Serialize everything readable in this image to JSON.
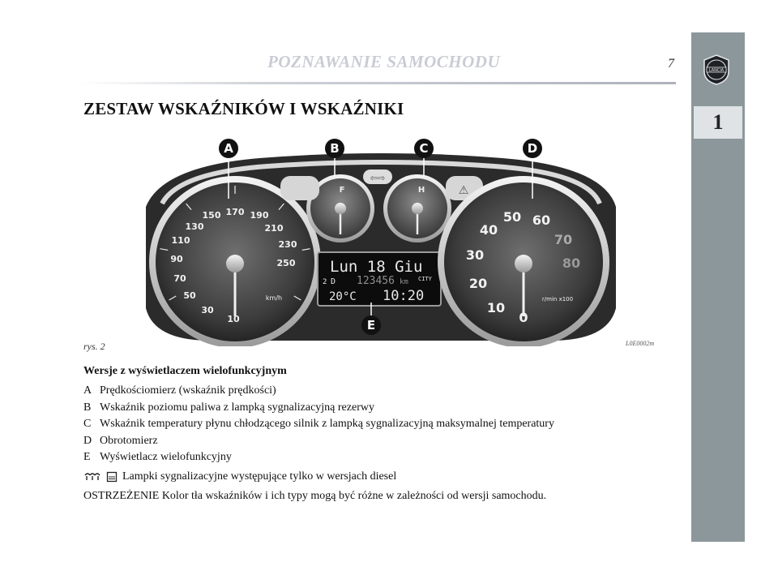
{
  "header": {
    "title": "POZNAWANIE SAMOCHODU",
    "page_number": "7"
  },
  "sidebar": {
    "chapter": "1",
    "logo_text": "LANCIA"
  },
  "section_title": "ZESTAW WSKAŹNIKÓW I WSKAŹNIKI",
  "figure": {
    "callouts": [
      "A",
      "B",
      "C",
      "D",
      "E"
    ],
    "speedometer": {
      "labels": [
        "10",
        "30",
        "50",
        "70",
        "90",
        "110",
        "130",
        "150",
        "170",
        "190",
        "210",
        "230",
        "250"
      ],
      "unit": "km/h"
    },
    "tachometer": {
      "labels": [
        "0",
        "10",
        "20",
        "30",
        "40",
        "50",
        "60",
        "70",
        "80"
      ],
      "unit": "r/min x100"
    },
    "fuel_gauge": {
      "full": "F"
    },
    "temp_gauge": {
      "hot": "H"
    },
    "display": {
      "line1": "Lun 18 Giu",
      "gear": "2",
      "mode": "D",
      "odometer": "123456",
      "odometer_unit": "km",
      "city": "CITY",
      "temp": "20°C",
      "time": "10:20"
    },
    "caption": "rys. 2",
    "code": "L0E0002m"
  },
  "legend": {
    "heading": "Wersje z wyświetlaczem wielofunkcyjnym",
    "items": [
      {
        "letter": "A",
        "text": "Prędkościomierz (wskaźnik prędkości)"
      },
      {
        "letter": "B",
        "text": "Wskaźnik poziomu paliwa z lampką sygnalizacyjną rezerwy"
      },
      {
        "letter": "C",
        "text": "Wskaźnik temperatury płynu chłodzącego silnik z lampką sygnalizacyjną maksymalnej temperatury"
      },
      {
        "letter": "D",
        "text": "Obrotomierz"
      },
      {
        "letter": "E",
        "text": "Wyświetlacz wielofunkcyjny"
      }
    ],
    "diesel_note": "Lampki sygnalizacyjne występujące tylko w wersjach diesel",
    "warning": "OSTRZEŻENIE Kolor tła wskaźników i ich typy mogą być różne w zależności od wersji samochodu."
  }
}
